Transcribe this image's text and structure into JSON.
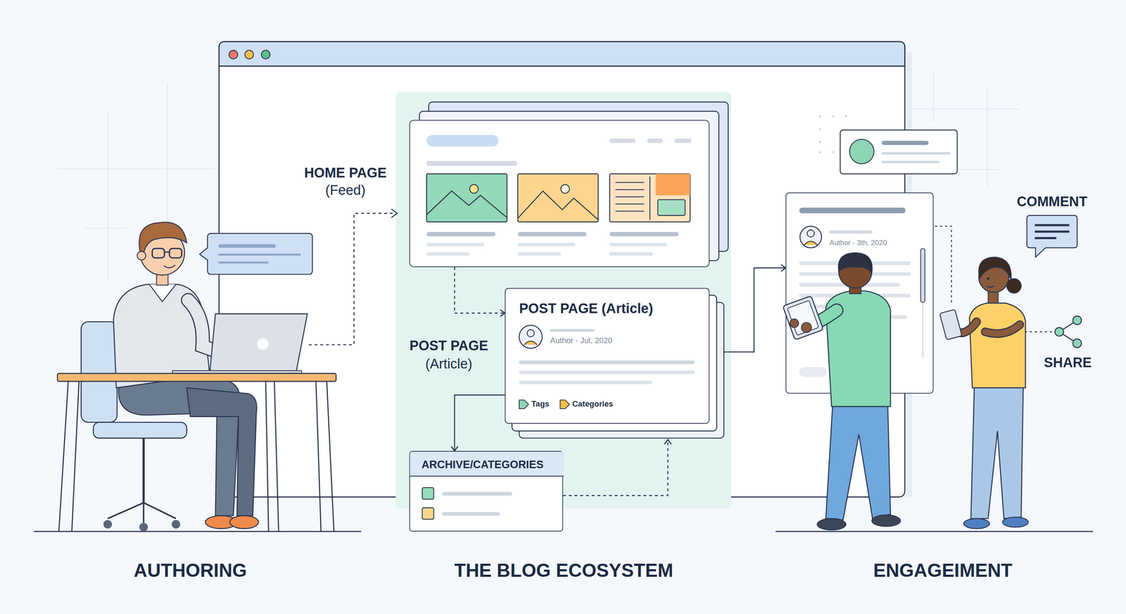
{
  "diagram": {
    "nodes": [
      {
        "text": [
          "HOME PAGE",
          "(Feed)"
        ]
      },
      {
        "text": [
          "POST PAGE",
          "(Article)",
          "POST PAGE (Article)",
          "Author - Jul, 2020",
          "Tags",
          "Categories"
        ]
      },
      {
        "text": [
          "ARCHIVE/CATEGORIES"
        ]
      },
      {
        "text": [
          "Author - 3th, 2020"
        ]
      }
    ],
    "edges": [
      {
        "from": 0,
        "to": 1,
        "arrow": "to"
      },
      {
        "from": 1,
        "to": 2,
        "arrow": "to"
      },
      {
        "from": 2,
        "to": 1,
        "arrow": "to"
      },
      {
        "from": 1,
        "to": 3,
        "arrow": "to"
      }
    ],
    "labels": [
      "COMMENT",
      "SHARE",
      "AUTHORING",
      "THE BLOG ECOSYSTEM",
      "ENGAGEIMENT"
    ]
  }
}
